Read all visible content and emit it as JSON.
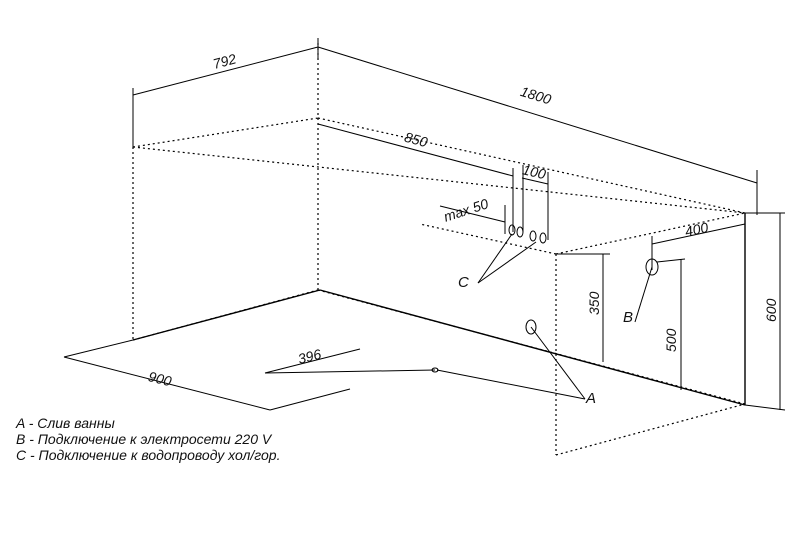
{
  "dimensions": {
    "d792": "792",
    "d1800": "1800",
    "d850": "850",
    "d100": "100",
    "dmax50": "max 50",
    "d400": "400",
    "d350": "350",
    "d600": "600",
    "d500": "500",
    "d396": "396",
    "d900": "900"
  },
  "callouts": {
    "A": "A",
    "B": "B",
    "C": "C"
  },
  "legend": {
    "a": "A - Слив ванны",
    "b": "B - Подключение к электросети 220 V",
    "c": "C - Подключение к водопроводу хол/гор."
  }
}
